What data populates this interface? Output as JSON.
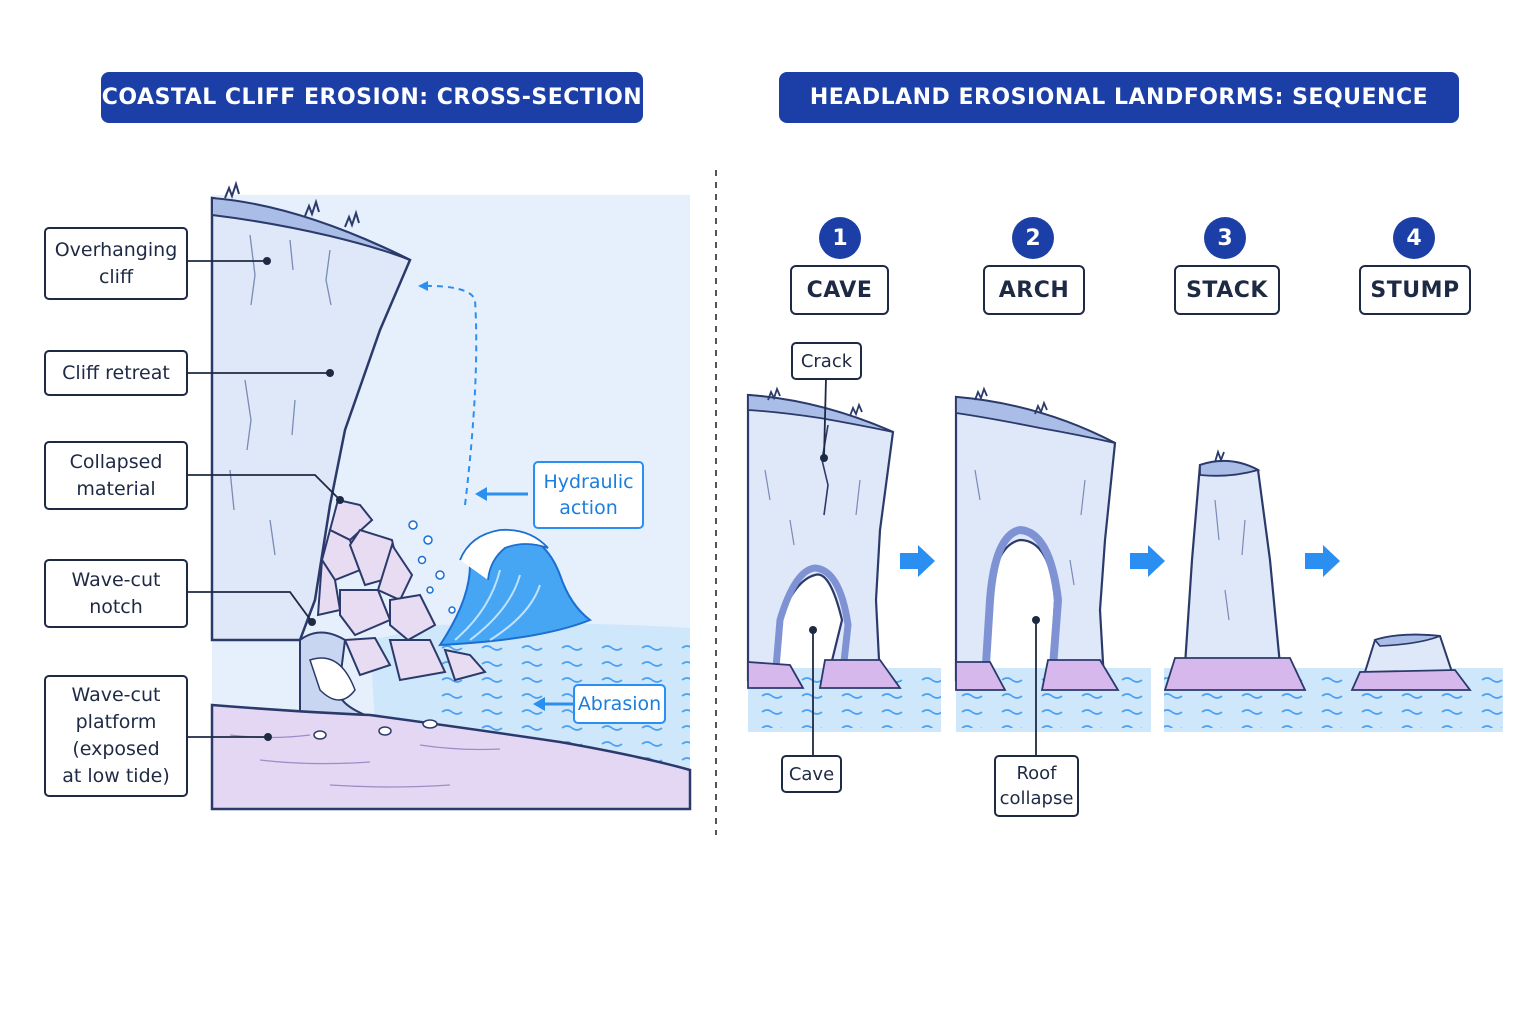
{
  "left_panel": {
    "title": "COASTAL CLIFF EROSION: CROSS-SECTION",
    "labels": [
      {
        "id": "overhanging-cliff",
        "text": "Overhanging\ncliff"
      },
      {
        "id": "cliff-retreat",
        "text": "Cliff retreat"
      },
      {
        "id": "collapsed-material",
        "text": "Collapsed\nmaterial"
      },
      {
        "id": "wave-cut-notch",
        "text": "Wave-cut\nnotch"
      },
      {
        "id": "wave-cut-platform",
        "text": "Wave-cut\nplatform\n(exposed\nat low tide)"
      }
    ],
    "processes": [
      {
        "id": "hydraulic-action",
        "text": "Hydraulic\naction"
      },
      {
        "id": "abrasion",
        "text": "Abrasion"
      }
    ]
  },
  "right_panel": {
    "title": "HEADLAND EROSIONAL LANDFORMS: SEQUENCE",
    "stages": [
      {
        "number": "1",
        "name": "CAVE"
      },
      {
        "number": "2",
        "name": "ARCH"
      },
      {
        "number": "3",
        "name": "STACK"
      },
      {
        "number": "4",
        "name": "STUMP"
      }
    ],
    "callouts": {
      "crack": "Crack",
      "cave": "Cave",
      "roof_collapse": "Roof\ncollapse"
    }
  },
  "colors": {
    "title_bg": "#1b3fa6",
    "rock_fill": "#dfe8f8",
    "rock_top": "#a9bde6",
    "platform": "#e4d7f3",
    "sea": "#cfe7fb",
    "wave": "#2a8ff0",
    "outline": "#2b3a6b"
  }
}
